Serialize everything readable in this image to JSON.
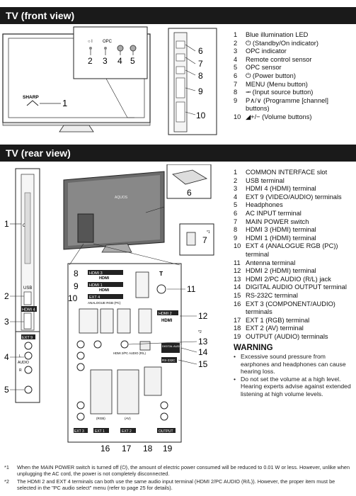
{
  "front": {
    "title": "TV (front view)",
    "tv_logo": "SHARP",
    "callouts_top": [
      "2",
      "3",
      "4",
      "5"
    ],
    "small_labels": [
      "○ l",
      "OPC"
    ],
    "callout_1": "1",
    "side_callouts": [
      "6",
      "7",
      "8",
      "9",
      "10"
    ],
    "items": [
      {
        "n": "1",
        "t": "Blue illumination LED"
      },
      {
        "n": "2",
        "t": "⏻ (Standby/On indicator)"
      },
      {
        "n": "3",
        "t": "OPC indicator"
      },
      {
        "n": "4",
        "t": "Remote control sensor"
      },
      {
        "n": "5",
        "t": "OPC sensor"
      },
      {
        "n": "6",
        "t": "⏻ (Power button)"
      },
      {
        "n": "7",
        "t": "MENU (Menu button)"
      },
      {
        "n": "8",
        "t": "⭲ (Input source button)"
      },
      {
        "n": "9",
        "t": "P∧/∨ (Programme [channel] buttons)"
      },
      {
        "n": "10",
        "t": "◢+/− (Volume buttons)"
      }
    ]
  },
  "rear": {
    "title": "TV (rear view)",
    "tv_logo": "AQUOS",
    "ci_label": "C.I.",
    "usb_label": "USB",
    "hdmi4_label": "HDMI 4",
    "ext9_label": "EXT 9",
    "audio_labels": [
      "L",
      "AUDIO",
      "R"
    ],
    "left_callouts": [
      "1",
      "2",
      "3",
      "4",
      "5"
    ],
    "callout_6": "6",
    "callout_7": "7",
    "note_star": "*1",
    "hdmi3": "HDMI 3",
    "hdmi1": "HDMI 1",
    "ext4": "EXT 4",
    "analogue_rgb": "ANALOGUE RGB (PC)",
    "hdmi2": "HDMI 2",
    "hdmi_logo": "HDMI",
    "hdmi2pc": "HDMI 2/PC AUDIO (R/L)",
    "digital_audio": "DIGITAL AUDIO OUTPUT",
    "rs232c": "RS-232C",
    "ext3": "EXT 3",
    "ext1": "EXT 1",
    "ext2": "EXT 2",
    "output": "OUTPUT",
    "rgb": "(RGB)",
    "av": "(AV)",
    "panel_left_callouts": [
      "8",
      "9",
      "10"
    ],
    "panel_right_callouts": [
      "11",
      "12",
      "13",
      "14",
      "15"
    ],
    "bottom_callouts": [
      "16",
      "17",
      "18",
      "19"
    ],
    "star2": "*2",
    "items": [
      {
        "n": "1",
        "t": "COMMON INTERFACE slot"
      },
      {
        "n": "2",
        "t": "USB terminal"
      },
      {
        "n": "3",
        "t": "HDMI 4 (HDMI) terminal"
      },
      {
        "n": "4",
        "t": "EXT 9 (VIDEO/AUDIO) terminals"
      },
      {
        "n": "5",
        "t": "Headphones"
      },
      {
        "n": "6",
        "t": "AC INPUT terminal"
      },
      {
        "n": "7",
        "t": "MAIN POWER switch"
      },
      {
        "n": "8",
        "t": "HDMI 3 (HDMI) terminal"
      },
      {
        "n": "9",
        "t": "HDMI 1 (HDMI) terminal"
      },
      {
        "n": "10",
        "t": "EXT 4 (ANALOGUE RGB (PC)) terminal"
      },
      {
        "n": "11",
        "t": "Antenna terminal"
      },
      {
        "n": "12",
        "t": "HDMI 2 (HDMI) terminal"
      },
      {
        "n": "13",
        "t": "HDMI 2/PC AUDIO (R/L) jack"
      },
      {
        "n": "14",
        "t": "DIGITAL AUDIO OUTPUT terminal"
      },
      {
        "n": "15",
        "t": "RS-232C terminal"
      },
      {
        "n": "16",
        "t": "EXT 3 (COMPONENT/AUDIO) terminals"
      },
      {
        "n": "17",
        "t": "EXT 1 (RGB) terminal"
      },
      {
        "n": "18",
        "t": "EXT 2 (AV) terminal"
      },
      {
        "n": "19",
        "t": "OUTPUT (AUDIO) terminals"
      }
    ],
    "warning": {
      "title": "WARNING",
      "items": [
        "Excessive sound pressure from earphones and headphones can cause hearing loss.",
        "Do not set the volume at a high level. Hearing experts advise against extended listening at high volume levels."
      ]
    }
  },
  "footnotes": [
    {
      "m": "*1",
      "t": "When the MAIN POWER switch is turned off (⏻), the amount of electric power consumed will be reduced to 0.01 W or less. However, unlike when unplugging the AC cord, the power is not completely disconnected."
    },
    {
      "m": "*2",
      "t": "The HDMI 2 and EXT 4 terminals can both use the same audio input terminal (HDMI 2/PC AUDIO (R/L)). However, the proper item must be selected in the \"PC audio select\" menu (refer to page 25 for details)."
    }
  ]
}
